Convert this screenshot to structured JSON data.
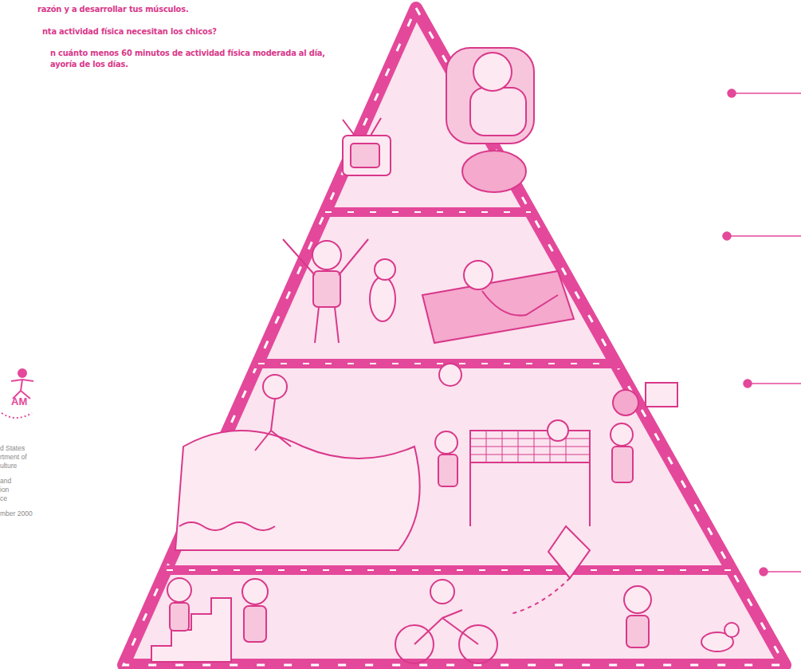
{
  "diagram": {
    "labels": [
      "razón y a desarrollar tus músculos.",
      "nta actividad física necesitan los chicos?",
      "n cuánto menos 60 minutos de actividad física moderada al día,",
      "ayoría de los días.",
      "AM",
      "d States",
      "rtment of",
      "ulture",
      "and",
      "ion",
      "ce",
      "mber 2000"
    ]
  }
}
